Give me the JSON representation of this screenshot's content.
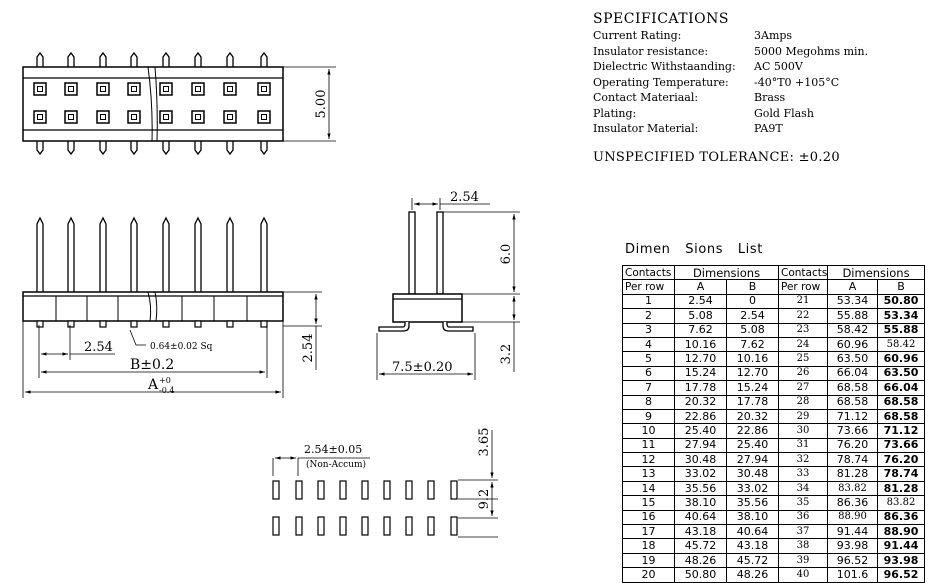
{
  "drawing": {
    "top_view": {
      "dim_height": "5.00"
    },
    "front_view": {
      "dim_pitch": "2.54",
      "dim_pin_square": "0.64±0.02 Sq",
      "dim_b": "B±0.2",
      "dim_a_label": "A",
      "dim_a_tol_upper": "+0",
      "dim_a_tol_lower": "-0.4",
      "dim_height": "2.54"
    },
    "side_view": {
      "dim_row_pitch": "2.54",
      "dim_pin_length": "6.0",
      "dim_tail": "3.2",
      "dim_width": "7.5±0.20"
    },
    "footprint": {
      "dim_pitch": "2.54±0.05",
      "dim_note": "(Non-Accum)",
      "dim_pad_length": "3.65",
      "dim_row_spacing": "9.2"
    }
  },
  "specifications": {
    "title": "SPECIFICATIONS",
    "rows": [
      {
        "label": "Current Rating:",
        "value": "3Amps"
      },
      {
        "label": "Insulator resistance:",
        "value": "5000 Megohms min."
      },
      {
        "label": "Dielectric Withstaanding:",
        "value": "AC 500V"
      },
      {
        "label": "Operating Temperature:",
        "value": "-40°T0 +105°C"
      },
      {
        "label": "Contact Materiaal:",
        "value": "Brass"
      },
      {
        "label": "Plating:",
        "value": "Gold Flash"
      },
      {
        "label": "Insulator Material:",
        "value": "PA9T"
      }
    ],
    "tolerance": "UNSPECIFIED TOLERANCE: ±0.20"
  },
  "dimensions_list": {
    "title": "Dimen Sions List",
    "headers": {
      "contacts": "Contacts",
      "per_row": "Per row",
      "dimensions": "Dimensions",
      "col_a": "A",
      "col_b": "B"
    },
    "rows": [
      {
        "n1": "1",
        "a1": "2.54",
        "b1": "0",
        "n2": "21",
        "a2": "53.34",
        "b2": "50.80"
      },
      {
        "n1": "2",
        "a1": "5.08",
        "b1": "2.54",
        "n2": "22",
        "a2": "55.88",
        "b2": "53.34"
      },
      {
        "n1": "3",
        "a1": "7.62",
        "b1": "5.08",
        "n2": "23",
        "a2": "58.42",
        "b2": "55.88"
      },
      {
        "n1": "4",
        "a1": "10.16",
        "b1": "7.62",
        "n2": "24",
        "a2": "60.96",
        "b2": "58.42"
      },
      {
        "n1": "5",
        "a1": "12.70",
        "b1": "10.16",
        "n2": "25",
        "a2": "63.50",
        "b2": "60.96"
      },
      {
        "n1": "6",
        "a1": "15.24",
        "b1": "12.70",
        "n2": "26",
        "a2": "66.04",
        "b2": "63.50"
      },
      {
        "n1": "7",
        "a1": "17.78",
        "b1": "15.24",
        "n2": "27",
        "a2": "68.58",
        "b2": "66.04"
      },
      {
        "n1": "8",
        "a1": "20.32",
        "b1": "17.78",
        "n2": "28",
        "a2": "68.58",
        "b2": "68.58"
      },
      {
        "n1": "9",
        "a1": "22.86",
        "b1": "20.32",
        "n2": "29",
        "a2": "71.12",
        "b2": "68.58"
      },
      {
        "n1": "10",
        "a1": "25.40",
        "b1": "22.86",
        "n2": "30",
        "a2": "73.66",
        "b2": "71.12"
      },
      {
        "n1": "11",
        "a1": "27.94",
        "b1": "25.40",
        "n2": "31",
        "a2": "76.20",
        "b2": "73.66"
      },
      {
        "n1": "12",
        "a1": "30.48",
        "b1": "27.94",
        "n2": "32",
        "a2": "78.74",
        "b2": "76.20"
      },
      {
        "n1": "13",
        "a1": "33.02",
        "b1": "30.48",
        "n2": "33",
        "a2": "81.28",
        "b2": "78.74"
      },
      {
        "n1": "14",
        "a1": "35.56",
        "b1": "33.02",
        "n2": "34",
        "a2": "83.82",
        "b2": "81.28"
      },
      {
        "n1": "15",
        "a1": "38.10",
        "b1": "35.56",
        "n2": "35",
        "a2": "86.36",
        "b2": "83.82"
      },
      {
        "n1": "16",
        "a1": "40.64",
        "b1": "38.10",
        "n2": "36",
        "a2": "88.90",
        "b2": "86.36"
      },
      {
        "n1": "17",
        "a1": "43.18",
        "b1": "40.64",
        "n2": "37",
        "a2": "91.44",
        "b2": "88.90"
      },
      {
        "n1": "18",
        "a1": "45.72",
        "b1": "43.18",
        "n2": "38",
        "a2": "93.98",
        "b2": "91.44"
      },
      {
        "n1": "19",
        "a1": "48.26",
        "b1": "45.72",
        "n2": "39",
        "a2": "96.52",
        "b2": "93.98"
      },
      {
        "n1": "20",
        "a1": "50.80",
        "b1": "48.26",
        "n2": "40",
        "a2": "101.6",
        "b2": "96.52"
      }
    ]
  }
}
